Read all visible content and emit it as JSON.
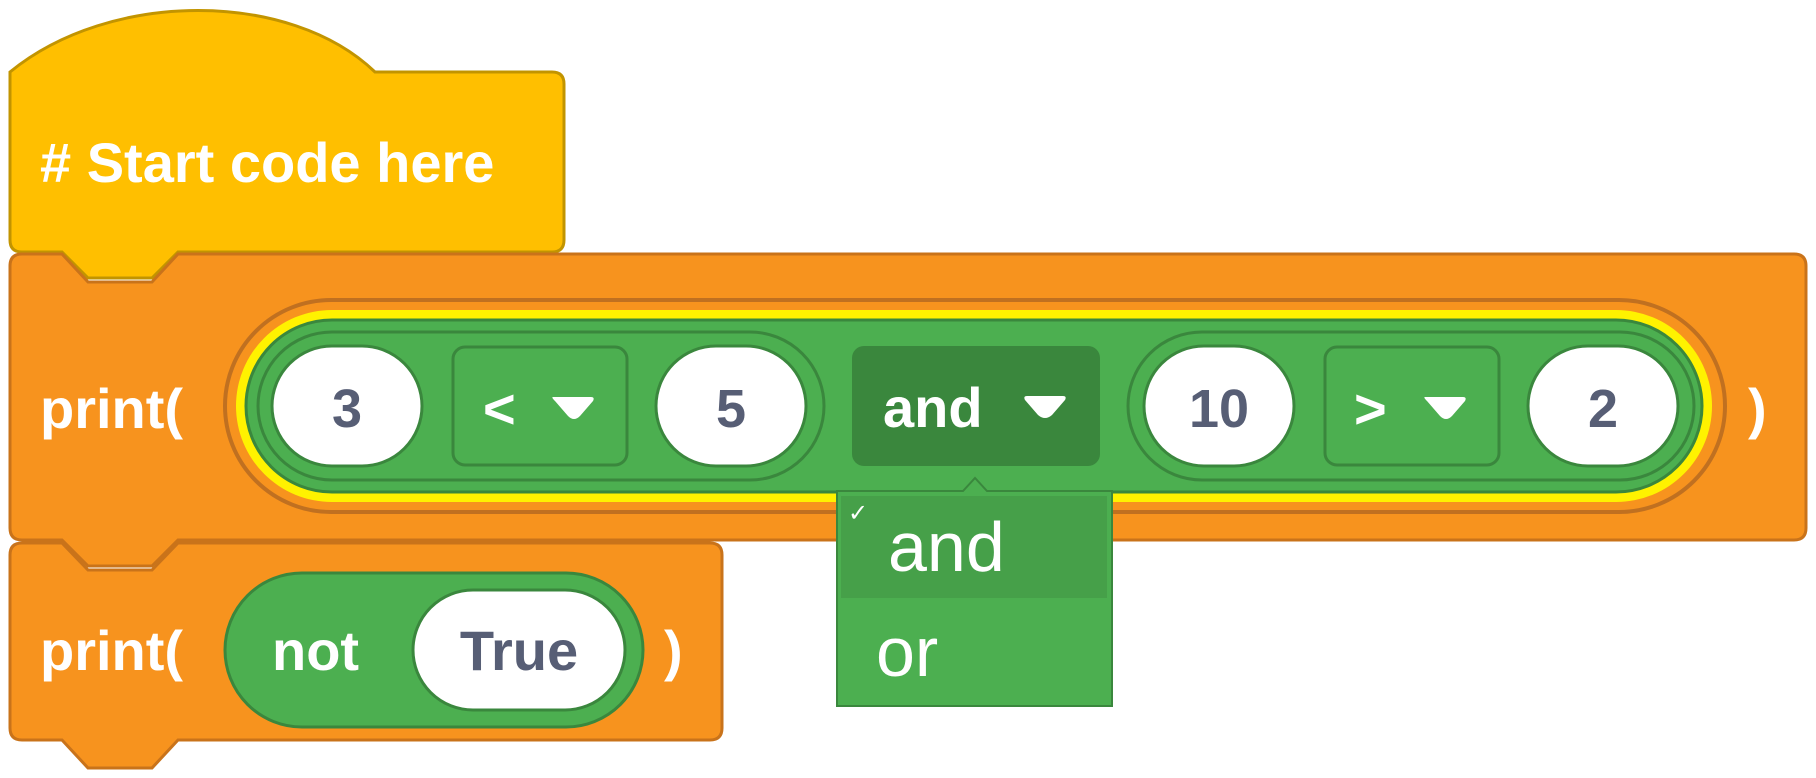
{
  "hat_block": {
    "label": "# Start code here",
    "color": "#ffbf00"
  },
  "print_block_1": {
    "label": "print(",
    "close_paren": ")",
    "color": "#f7931e",
    "expression": {
      "left_compare": {
        "left_value": "3",
        "operator": "<",
        "right_value": "5"
      },
      "logic_operator": "and",
      "right_compare": {
        "left_value": "10",
        "operator": ">",
        "right_value": "2"
      }
    }
  },
  "print_block_2": {
    "label": "print(",
    "close_paren": ")",
    "not_label": "not",
    "value": "True"
  },
  "dropdown_menu": {
    "options": [
      {
        "label": "and",
        "selected": true
      },
      {
        "label": "or",
        "selected": false
      }
    ],
    "check_mark": "✓"
  },
  "colors": {
    "logic_green": "#4caf50",
    "logic_dark_green": "#3a873d",
    "highlight_yellow": "#fff200",
    "value_text": "#575e75"
  }
}
